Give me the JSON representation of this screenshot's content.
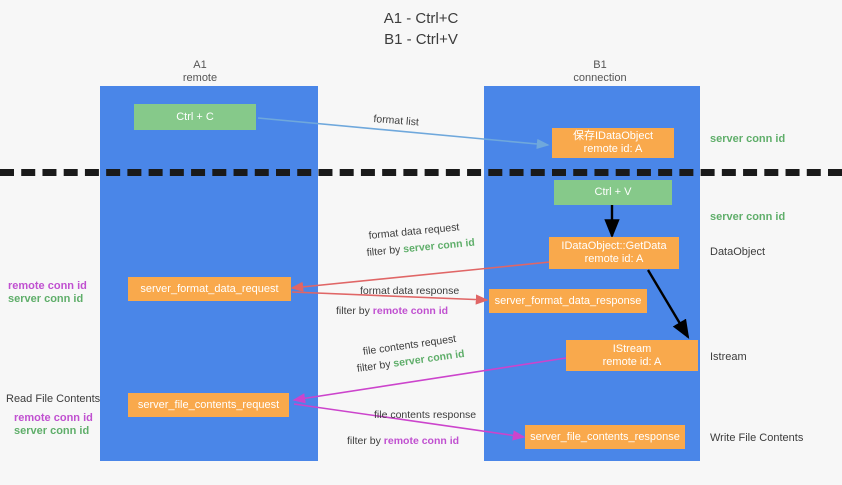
{
  "title": "A1 - Ctrl+C\nB1 - Ctrl+V",
  "colors": {
    "lane": "#4a86e8",
    "orange_node": "#f9a94c",
    "green_node": "#86c98a",
    "server_conn_id": "#5fae6a",
    "remote_conn_id": "#c050d0",
    "arrow_copy": "#6fa8dc",
    "arrow_format": "#e06666",
    "arrow_file": "#cc44cc",
    "arrow_black": "#000000",
    "background": "#f7f7f7"
  },
  "columns": [
    {
      "name": "A1",
      "sub": "remote",
      "label": "A1\nremote"
    },
    {
      "name": "B1",
      "sub": "connection",
      "label": "B1\nconnection"
    }
  ],
  "nodes": {
    "ctrl_c": "Ctrl + C",
    "ctrl_v": "Ctrl + V",
    "idataobject": "保存IDataObject\nremote id: A",
    "getdata": "IDataObject::GetData\nremote id: A",
    "istream": "IStream\nremote id: A",
    "format_data_request": "server_format_data_request",
    "format_data_response": "server_format_data_response",
    "file_contents_request": "server_file_contents_request",
    "file_contents_response": "server_file_contents_response"
  },
  "edge_labels": {
    "format_list": "format list",
    "format_data_request": "format data request",
    "format_data_request_filter_prefix": "filter by ",
    "format_data_request_filter_value": "server conn id",
    "format_data_response": "format data response",
    "format_data_response_filter_prefix": "filter by ",
    "format_data_response_filter_value": "remote conn id",
    "file_contents_request": "file contents request",
    "file_contents_request_filter_prefix": "filter by ",
    "file_contents_request_filter_value": "server conn id",
    "file_contents_response": "file contents response",
    "file_contents_response_filter_prefix": "filter by ",
    "file_contents_response_filter_value": "remote conn id"
  },
  "right_labels": {
    "server_conn_id_top": "server conn id",
    "server_conn_id_mid": "server conn id",
    "dataobject": "DataObject",
    "istream": "Istream",
    "write_file_contents": "Write File Contents"
  },
  "left_labels": {
    "remote_conn_id_1": "remote conn id",
    "server_conn_id_1": "server conn id",
    "read_file_contents": "Read File Contents",
    "remote_conn_id_2": "remote conn id",
    "server_conn_id_2": "server conn id"
  }
}
